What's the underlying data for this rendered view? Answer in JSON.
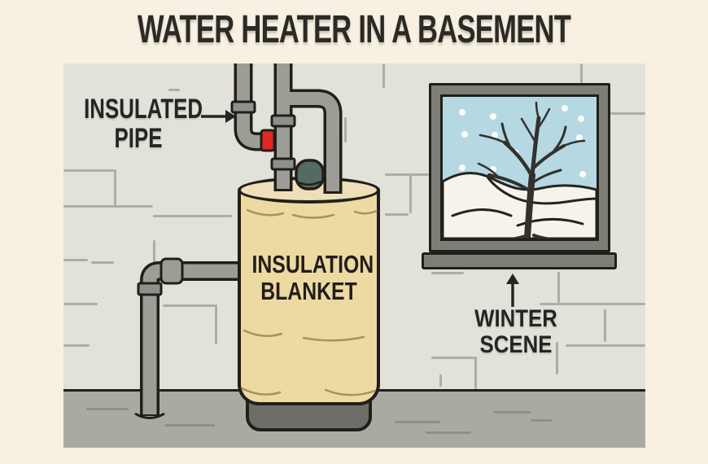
{
  "title": "WATER HEATER IN A BASEMENT",
  "labels": {
    "insulated_pipe": {
      "line1": "INSULATED",
      "line2": "PIPE"
    },
    "insulation_blanket": {
      "line1": "INSULATION",
      "line2": "BLANKET"
    },
    "winter_scene": {
      "line1": "WINTER",
      "line2": "SCENE"
    }
  },
  "icons": {
    "pipe_pointer": "right-arrow",
    "window_pointer": "up-arrow"
  },
  "colors": {
    "background": "#f8f1e3",
    "wall": "#e2e1da",
    "mortar": "#a3a29b",
    "floor": "#abaaa2",
    "outline": "#211f1b",
    "tank_body": "#edd9a2",
    "tank_top": "#eedfb8",
    "tank_base": "#6e6e68",
    "pipe": "#9d9d96",
    "pipe_joint": "#90908a",
    "valve_red": "#df281f",
    "vent_cap": "#566a64",
    "window_frame": "#7d7e76",
    "sky": "#b5d8e3",
    "snow": "#f6f3ea",
    "tree": "#32312c",
    "text": "#2b2a25"
  }
}
